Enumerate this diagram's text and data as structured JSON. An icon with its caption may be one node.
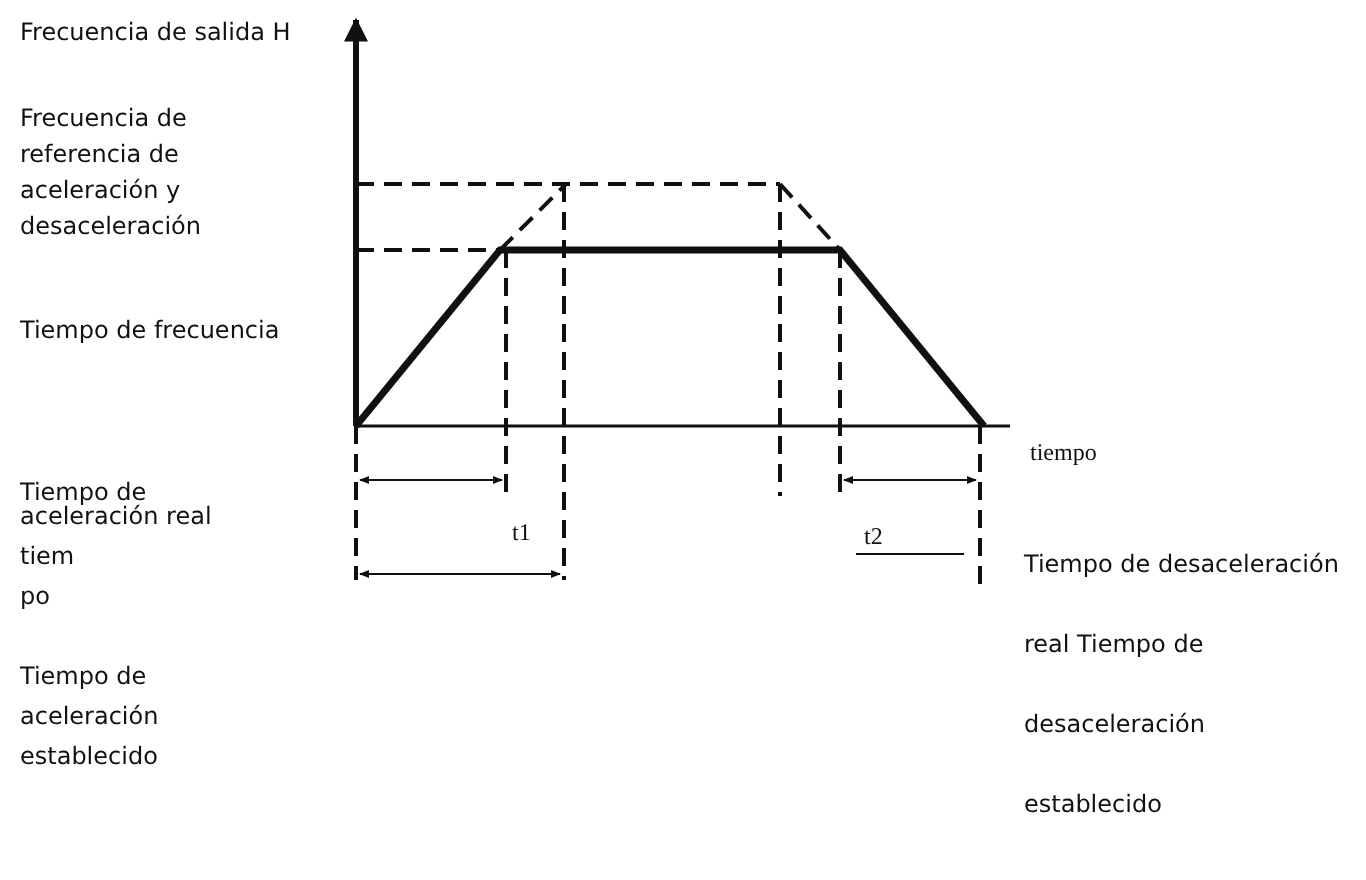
{
  "diagram": {
    "labels": [
      "Frecuencia de salida H",
      "Frecuencia de referencia de aceleración y desaceleración",
      "Tiempo de frecuencia",
      "tiempo",
      "Tiempo de aceleración real",
      "tiem po",
      "t1",
      "t2",
      "Tiempo de desaceleración real Tiempo de desaceleración establecido",
      "Tiempo de aceleración establecido"
    ]
  }
}
